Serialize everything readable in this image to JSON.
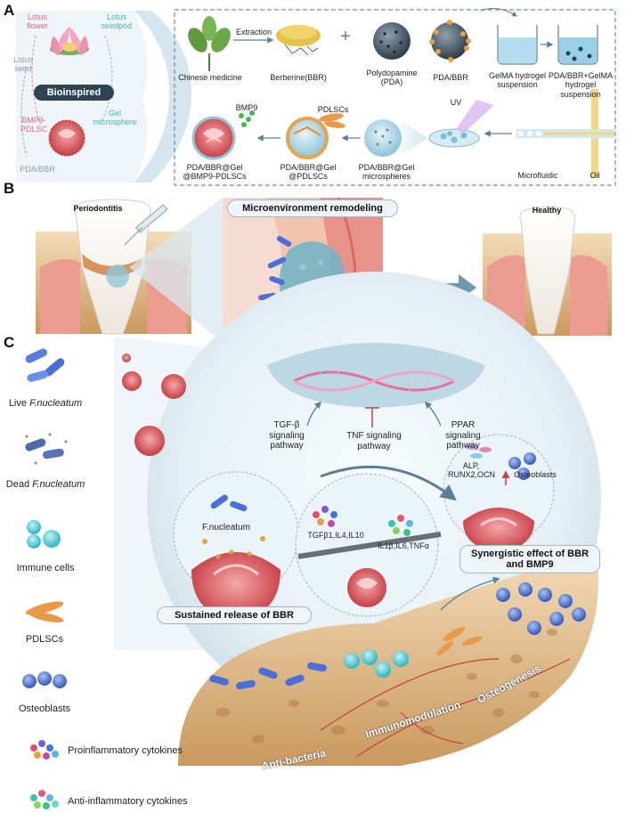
{
  "panels": {
    "a": "A",
    "b": "B",
    "c": "C"
  },
  "panel_a": {
    "lotus_flower": "Lotus flower",
    "lotus_seedpod": "Lotus seedpod",
    "lotus_seed": "Lotus seed",
    "bioinspired": "Bioinspired",
    "gel_microsphere": "Gel microsphere",
    "bmp9_pdlsc": "BMP9-PDLSC",
    "pda_bbr_left": "PDA/BBR",
    "extraction": "Extraction",
    "chinese_medicine": "Chinese medicine",
    "berberine": "Berberine(BBR)",
    "plus": "+",
    "polydopamine": "Polydopamine (PDA)",
    "pda_bbr": "PDA/BBR",
    "gelma_suspension": "GelMA hydrogel suspension",
    "pda_bbr_gelma": "PDA/BBR+GelMA hydrogel suspension",
    "bmp9": "BMP9",
    "pdlscs": "PDLSCs",
    "uv": "UV",
    "final_product": "PDA/BBR@Gel @BMP9-PDLSCs",
    "gel_pdlscs": "PDA/BBR@Gel @PDLSCs",
    "gel_microspheres": "PDA/BBR@Gel microspheres",
    "microfluidic": "Microfluidic",
    "oil": "Oil"
  },
  "panel_b": {
    "periodontitis": "Periodontitis",
    "microenvironment": "Microenvironment remodeling",
    "healthy": "Healthy"
  },
  "panel_c": {
    "tgf_pathway": "TGF-β signaling pathway",
    "tnf_pathway": "TNF signaling pathway",
    "ppar_pathway": "PPAR signaling pathway",
    "osteo_markers": "ALP, RUNX2,OCN",
    "osteoblasts_circle": "Osteoblasts",
    "f_nucleatum": "F.nucleatum",
    "anti_cytokines": "TGFβ1,IL4,IL10",
    "pro_cytokines": "IL1β,IL6,TNFα",
    "synergy": "Synergistic effect of BBR and BMP9",
    "sustained": "Sustained release of BBR",
    "osteogenesis": "Osteogenesis",
    "immunomodulation": "Immunomodulation",
    "anti_bacteria": "Anti-bacteria"
  },
  "legend": {
    "live_prefix": "Live ",
    "live_species": "F.nucleatum",
    "dead_prefix": "Dead ",
    "dead_species": "F.nucleatum",
    "immune_cells": "Immune cells",
    "pdlscs": "PDLSCs",
    "osteoblasts": "Osteoblasts",
    "proinflammatory": "Proinflammatory cytokines",
    "antiinflammatory": "Anti-inflammatory cytokines"
  },
  "colors": {
    "microsphere_red": "#d9545a",
    "gel_blue": "#8fc6d8",
    "bone": "#e9c99a",
    "gum_pink": "#e98f86",
    "pill_dark": "#2e4452",
    "osteoblast_blue": "#5b7fd9"
  }
}
